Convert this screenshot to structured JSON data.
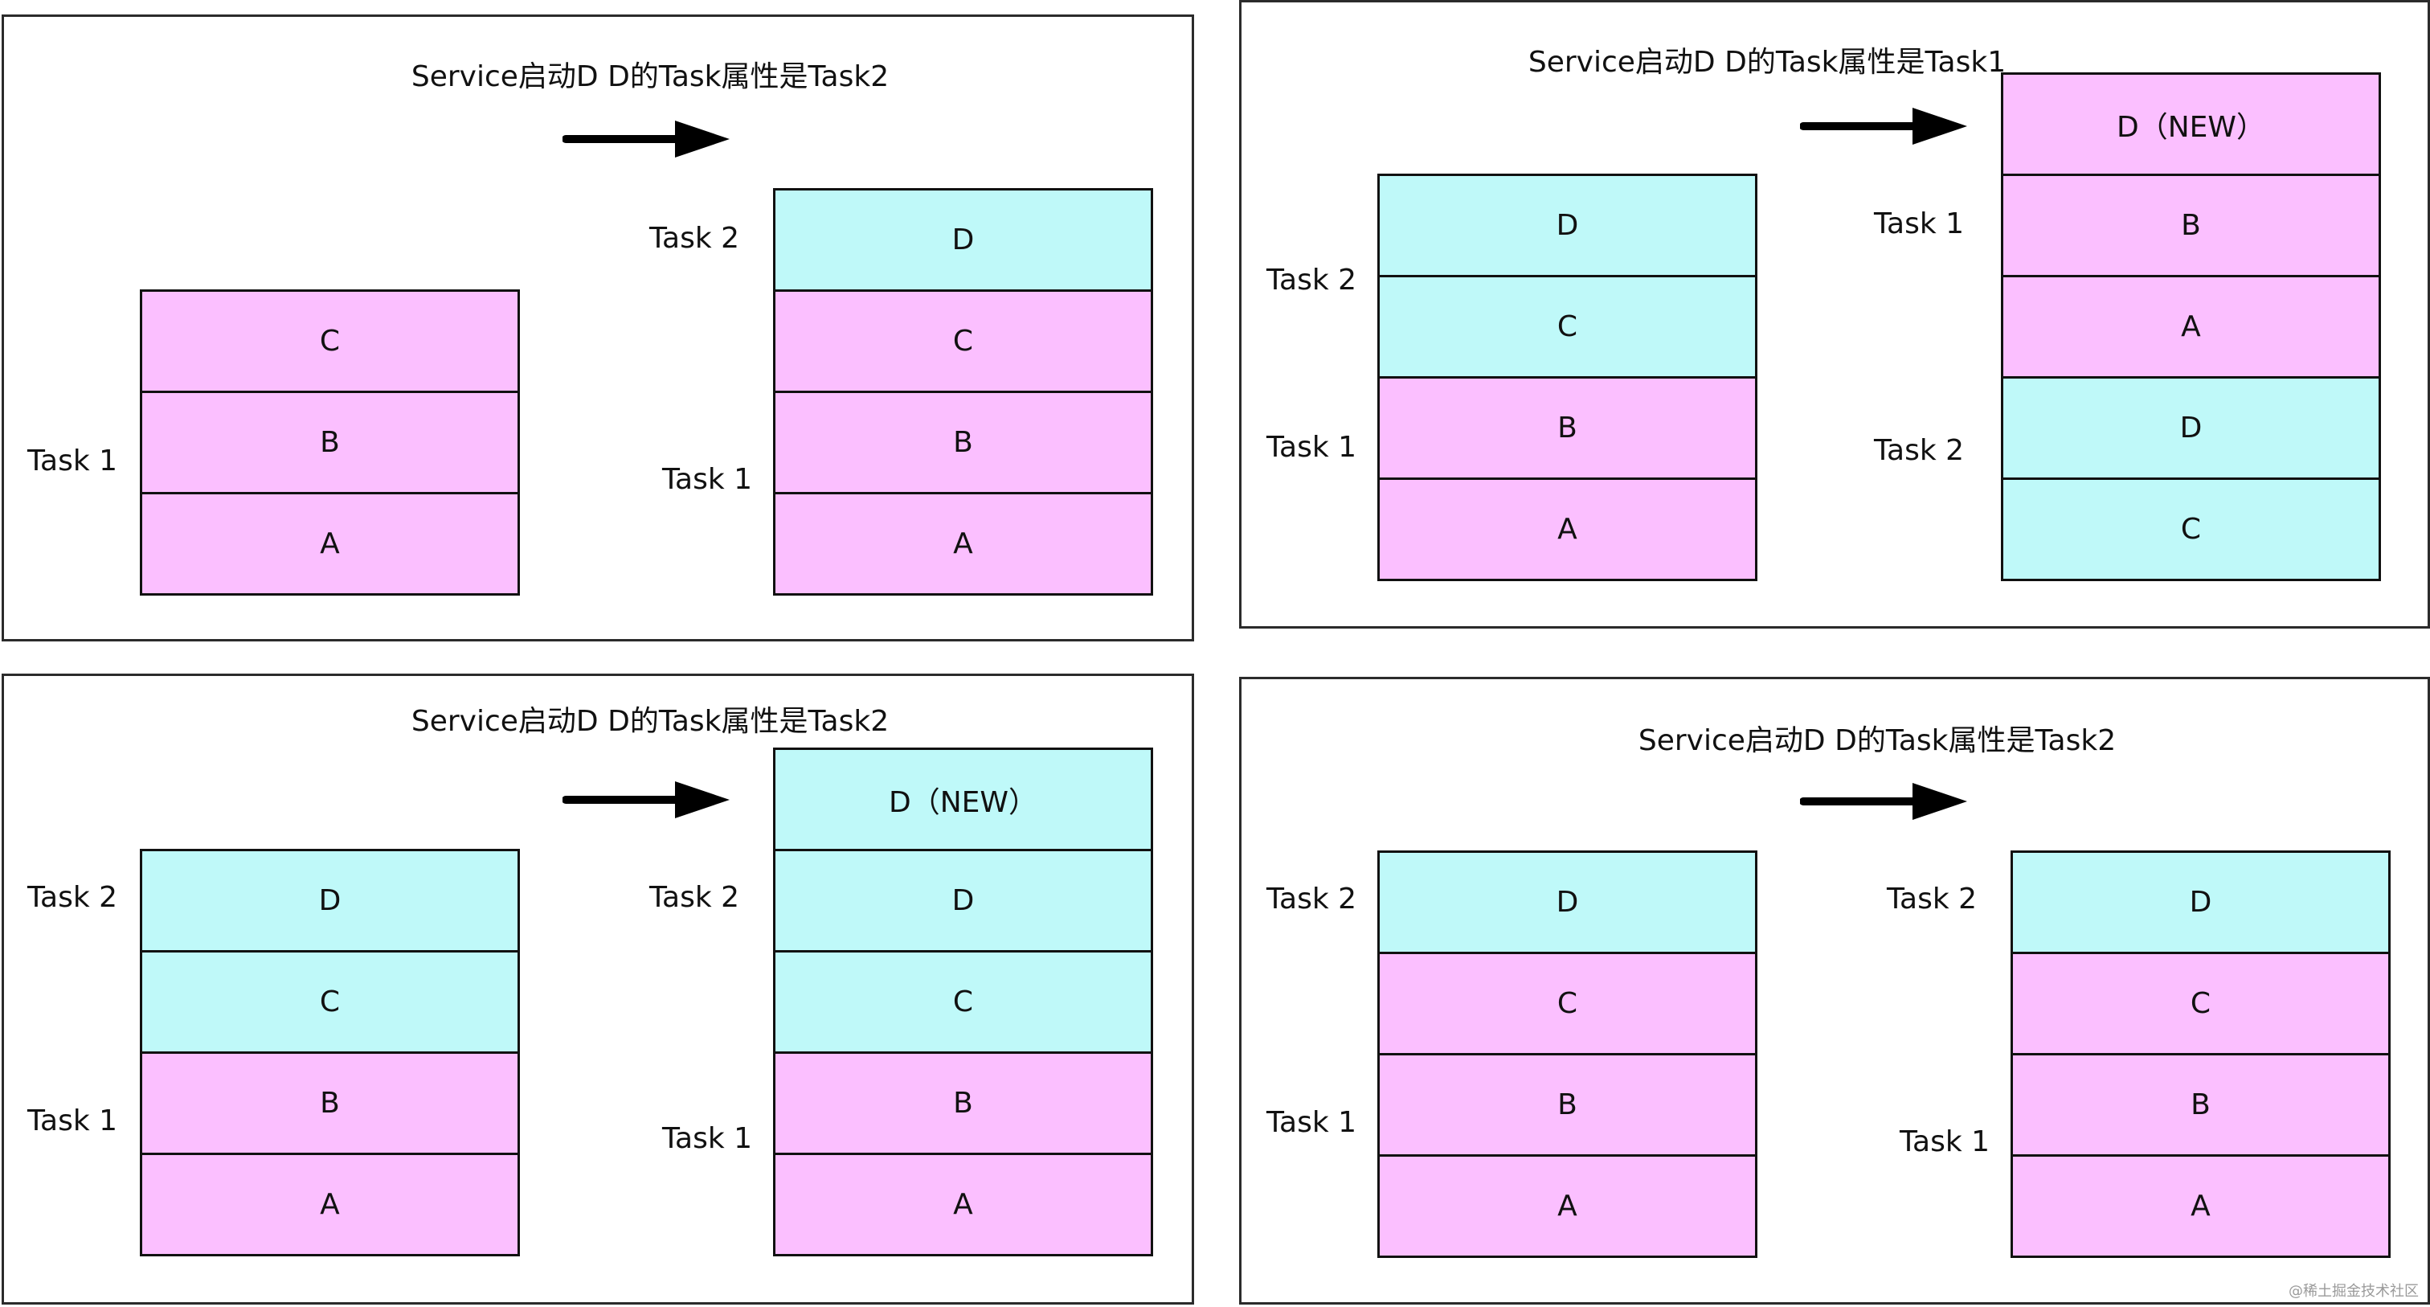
{
  "colors": {
    "pink": "#fbbfff",
    "cyan": "#bff9f9",
    "border": "#111111"
  },
  "panels": [
    {
      "title": "Service启动D D的Task属性是Task2",
      "stacks": [
        {
          "cells": [
            {
              "label": "C",
              "color": "pink"
            },
            {
              "label": "B",
              "color": "pink"
            },
            {
              "label": "A",
              "color": "pink"
            }
          ],
          "task_labels": [
            "Task 1"
          ]
        },
        {
          "cells": [
            {
              "label": "D",
              "color": "cyan"
            },
            {
              "label": "C",
              "color": "pink"
            },
            {
              "label": "B",
              "color": "pink"
            },
            {
              "label": "A",
              "color": "pink"
            }
          ],
          "task_labels": [
            "Task 2",
            "Task 1"
          ]
        }
      ]
    },
    {
      "title": "Service启动D D的Task属性是Task1",
      "stacks": [
        {
          "cells": [
            {
              "label": "D",
              "color": "cyan"
            },
            {
              "label": "C",
              "color": "cyan"
            },
            {
              "label": "B",
              "color": "pink"
            },
            {
              "label": "A",
              "color": "pink"
            }
          ],
          "task_labels": [
            "Task 2",
            "Task 1"
          ]
        },
        {
          "cells": [
            {
              "label": "D（NEW）",
              "color": "pink"
            },
            {
              "label": "B",
              "color": "pink"
            },
            {
              "label": "A",
              "color": "pink"
            },
            {
              "label": "D",
              "color": "cyan"
            },
            {
              "label": "C",
              "color": "cyan"
            }
          ],
          "task_labels": [
            "Task 1",
            "Task 2"
          ]
        }
      ]
    },
    {
      "title": "Service启动D D的Task属性是Task2",
      "stacks": [
        {
          "cells": [
            {
              "label": "D",
              "color": "cyan"
            },
            {
              "label": "C",
              "color": "cyan"
            },
            {
              "label": "B",
              "color": "pink"
            },
            {
              "label": "A",
              "color": "pink"
            }
          ],
          "task_labels": [
            "Task 2",
            "Task 1"
          ]
        },
        {
          "cells": [
            {
              "label": "D（NEW）",
              "color": "cyan"
            },
            {
              "label": "D",
              "color": "cyan"
            },
            {
              "label": "C",
              "color": "cyan"
            },
            {
              "label": "B",
              "color": "pink"
            },
            {
              "label": "A",
              "color": "pink"
            }
          ],
          "task_labels": [
            "Task 2",
            "Task 1"
          ]
        }
      ]
    },
    {
      "title": "Service启动D D的Task属性是Task2",
      "stacks": [
        {
          "cells": [
            {
              "label": "D",
              "color": "cyan"
            },
            {
              "label": "C",
              "color": "pink"
            },
            {
              "label": "B",
              "color": "pink"
            },
            {
              "label": "A",
              "color": "pink"
            }
          ],
          "task_labels": [
            "Task 2",
            "Task 1"
          ]
        },
        {
          "cells": [
            {
              "label": "D",
              "color": "cyan"
            },
            {
              "label": "C",
              "color": "pink"
            },
            {
              "label": "B",
              "color": "pink"
            },
            {
              "label": "A",
              "color": "pink"
            }
          ],
          "task_labels": [
            "Task 2",
            "Task 1"
          ]
        }
      ]
    }
  ],
  "watermark": "@稀土掘金技术社区"
}
